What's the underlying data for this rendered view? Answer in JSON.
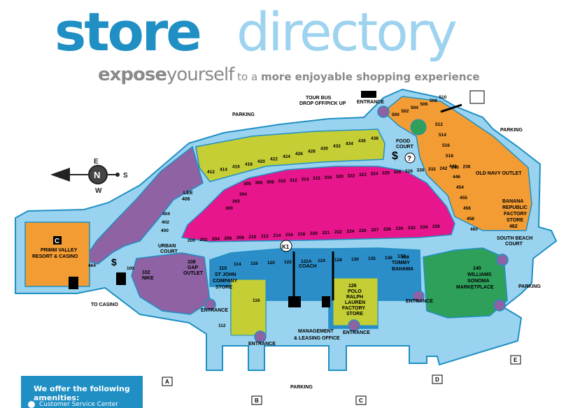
{
  "header": {
    "title_bold": "store",
    "title_light": "directory",
    "tag_bold": "expose",
    "tag_light": "yourself",
    "tag_small": " to a ",
    "tag_end": "more enjoyable shopping experience"
  },
  "map": {
    "labels": {
      "parking": "PARKING",
      "tour_bus": "TOUR BUS",
      "drop_off": "DROP OFF/PICK UP",
      "entrance": "ENTRANCE",
      "food_court_1": "FOOD",
      "food_court_2": "COURT",
      "urban_court_1": "URBAN",
      "urban_court_2": "COURT",
      "south_beach_1": "SOUTH BEACH",
      "south_beach_2": "COURT",
      "to_casino": "TO CASINO",
      "management_1": "MANAGEMENT",
      "management_2": "& LEASING OFFICE",
      "k1": "K1",
      "compass_n": "N",
      "compass_e": "E",
      "compass_s": "S",
      "compass_w": "W",
      "dollar": "$",
      "question": "?",
      "casino_c": "C"
    },
    "stores": {
      "lee": [
        "LEE",
        "406"
      ],
      "primm": [
        "PRIMM VALLEY",
        "RESORT & CASINO"
      ],
      "nike": [
        "102",
        "NIKE"
      ],
      "gap": [
        "108",
        "GAP",
        "OUTLET"
      ],
      "st_john": [
        "110",
        "ST JOHN",
        "COMPANY",
        "STORE"
      ],
      "coach": "COACH",
      "polo": [
        "126",
        "POLO",
        "RALPH",
        "LAUREN",
        "FACTORY",
        "STORE"
      ],
      "tommy": [
        "134",
        "TOMMY",
        "BAHAMA"
      ],
      "williams": [
        "140",
        "WILLIAMS",
        "SONOMA",
        "MARKETPLACE"
      ],
      "old_navy": "OLD NAVY OUTLET",
      "banana": [
        "BANANA",
        "REPUBLIC",
        "FACTORY",
        "STORE",
        "462"
      ]
    },
    "numbers": {
      "yellow_top": [
        "412",
        "414",
        "416",
        "418",
        "420",
        "422",
        "424",
        "426",
        "428",
        "430",
        "432",
        "434",
        "436",
        "438"
      ],
      "pink_top": [
        "305",
        "306",
        "308",
        "310",
        "312",
        "314",
        "315",
        "316",
        "320",
        "322",
        "323",
        "324",
        "325",
        "326",
        "328",
        "330",
        "332",
        "242",
        "240",
        "238"
      ],
      "pink_left": [
        "304",
        "302",
        "300"
      ],
      "pink_bottom": [
        "200",
        "202",
        "204",
        "206",
        "208",
        "210",
        "212",
        "214",
        "216",
        "218",
        "220",
        "221",
        "222",
        "224",
        "226",
        "227",
        "228",
        "230",
        "232",
        "234",
        "236"
      ],
      "purple": [
        "404",
        "402",
        "400"
      ],
      "orange_top": [
        "500",
        "502",
        "504",
        "506",
        "508",
        "510"
      ],
      "orange_col": [
        "512",
        "514",
        "516",
        "518",
        "448",
        "446",
        "454",
        "455",
        "456",
        "458",
        "460"
      ],
      "blue_mid": [
        "114",
        "118",
        "120",
        "122",
        "122A",
        "124",
        "128",
        "130",
        "135",
        "136",
        "138"
      ],
      "other": [
        "100",
        "116",
        "112",
        "464"
      ]
    },
    "parking_boxes": [
      "A",
      "B",
      "C",
      "D",
      "E"
    ]
  },
  "amenities": {
    "title": "We offer the following amenities:",
    "first_item": "Customer Service Center"
  },
  "colors": {
    "walkway": "#9ad3ef",
    "outline": "#1f8fc4",
    "purple": "#8e62a3",
    "yellow": "#c5cf35",
    "pink": "#e8168c",
    "orange": "#f39c33",
    "green": "#2fa05a",
    "blue": "#2c8ec9"
  }
}
